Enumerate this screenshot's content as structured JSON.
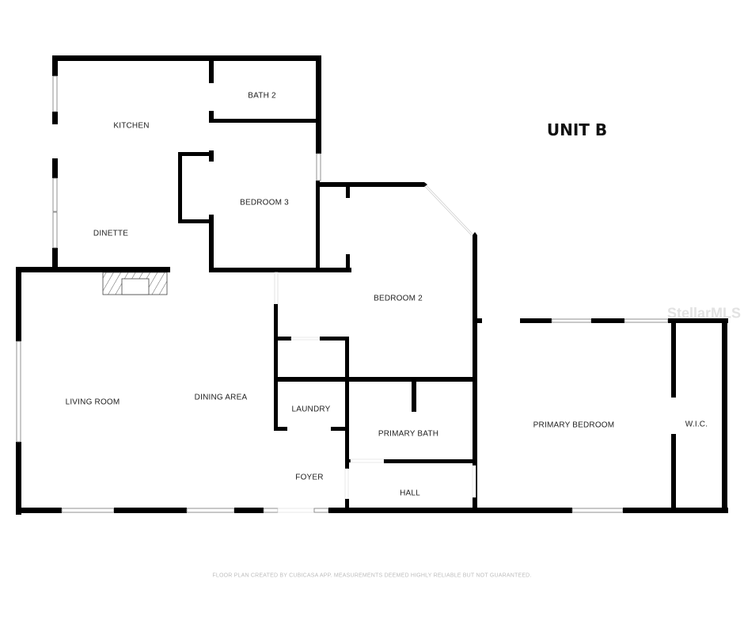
{
  "title": "UNIT B",
  "watermark": "StellarMLS",
  "footer": "FLOOR PLAN CREATED BY CUBICASA APP. MEASUREMENTS DEEMED HIGHLY RELIABLE BUT NOT GUARANTEED.",
  "rooms": {
    "kitchen": "KITCHEN",
    "bath2": "BATH 2",
    "bedroom3": "BEDROOM 3",
    "dinette": "DINETTE",
    "bedroom2": "BEDROOM 2",
    "living_room": "LIVING ROOM",
    "dining_area": "DINING AREA",
    "laundry": "LAUNDRY",
    "primary_bath": "PRIMARY BATH",
    "foyer": "FOYER",
    "hall": "HALL",
    "primary_bedroom": "PRIMARY BEDROOM",
    "wic": "W.I.C."
  },
  "colors": {
    "wall": "#000000",
    "background": "#ffffff",
    "label": "#222222",
    "footer": "#bdbdbd"
  }
}
